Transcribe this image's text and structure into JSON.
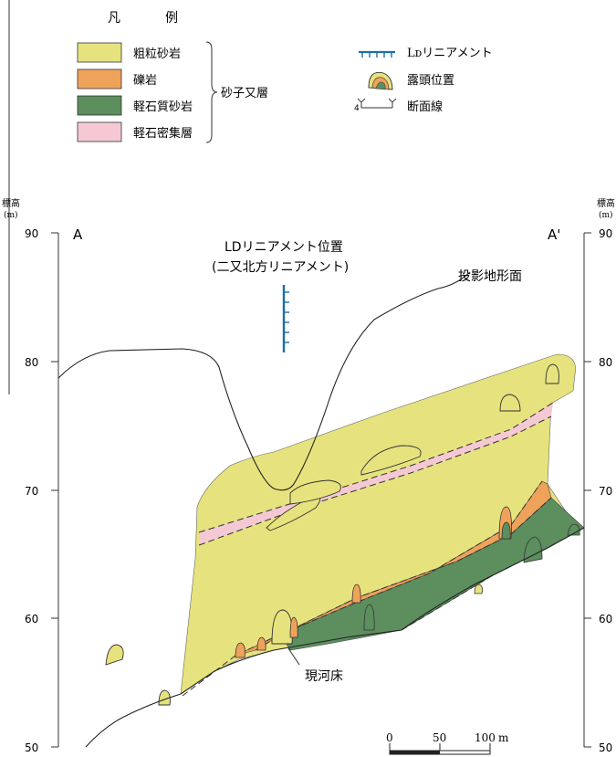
{
  "legend": {
    "heading": [
      "凡",
      "例"
    ],
    "units": [
      {
        "label": "粗粒砂岩",
        "color": "#E6E37E"
      },
      {
        "label": "礫岩",
        "color": "#EFA25A"
      },
      {
        "label": "軽石質砂岩",
        "color": "#5C8E5E"
      },
      {
        "label": "軽石密集層",
        "color": "#F4C9D4"
      }
    ],
    "group_label": "砂子又層",
    "symbols": [
      {
        "icon": "lineament-icon",
        "label": "Lᴅリニアメント",
        "color": "#1B6FA8"
      },
      {
        "icon": "outcrop-icon",
        "label": "露頭位置"
      },
      {
        "icon": "section-line-icon",
        "label": "断面線"
      }
    ]
  },
  "section": {
    "left_end": "A",
    "right_end": "A'",
    "elevation_label_left": [
      "標高",
      "(m)"
    ],
    "elevation_label_right": [
      "標高",
      "(m)"
    ],
    "y_ticks": [
      90,
      80,
      70,
      60,
      50
    ],
    "lineament_callout": [
      "LDリニアメント位置",
      "(二又北方リニアメント)"
    ],
    "topo_label": "投影地形面",
    "riverbed_label": "現河床",
    "scale": {
      "ticks": [
        "0",
        "50",
        "100"
      ],
      "unit": "m"
    }
  }
}
